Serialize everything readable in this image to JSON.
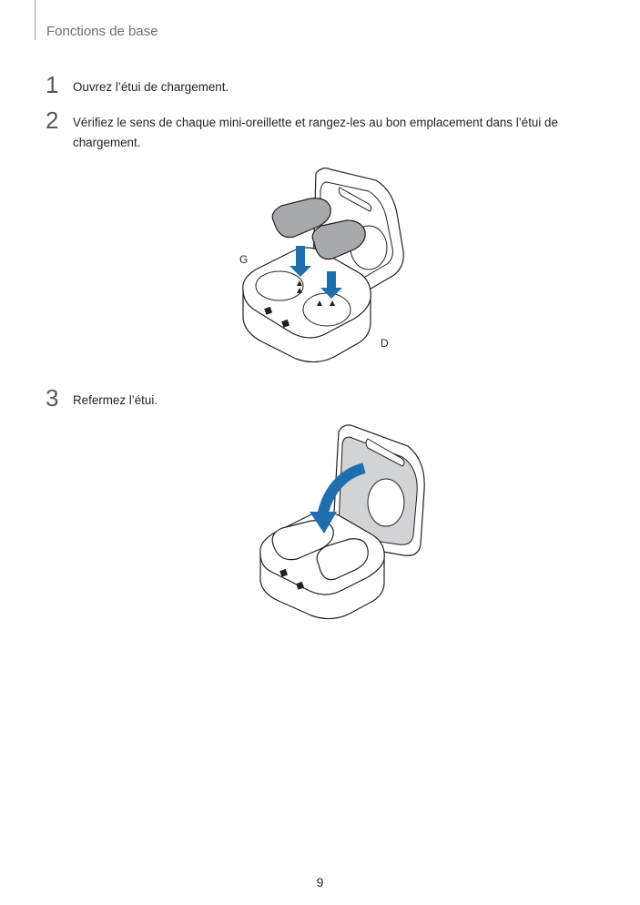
{
  "header": {
    "section_title": "Fonctions de base"
  },
  "steps": [
    {
      "number": "1",
      "text": "Ouvrez l’étui de chargement."
    },
    {
      "number": "2",
      "text": "Vérifiez le sens de chaque mini-oreillette et rangez-les au bon emplacement dans l’étui de chargement."
    },
    {
      "number": "3",
      "text": "Refermez l’étui."
    }
  ],
  "figure1": {
    "label_left": "G",
    "label_right": "D",
    "arrow_color": "#1f6fae"
  },
  "figure2": {
    "arrow_color": "#1f6fae"
  },
  "footer": {
    "page_number": "9"
  }
}
